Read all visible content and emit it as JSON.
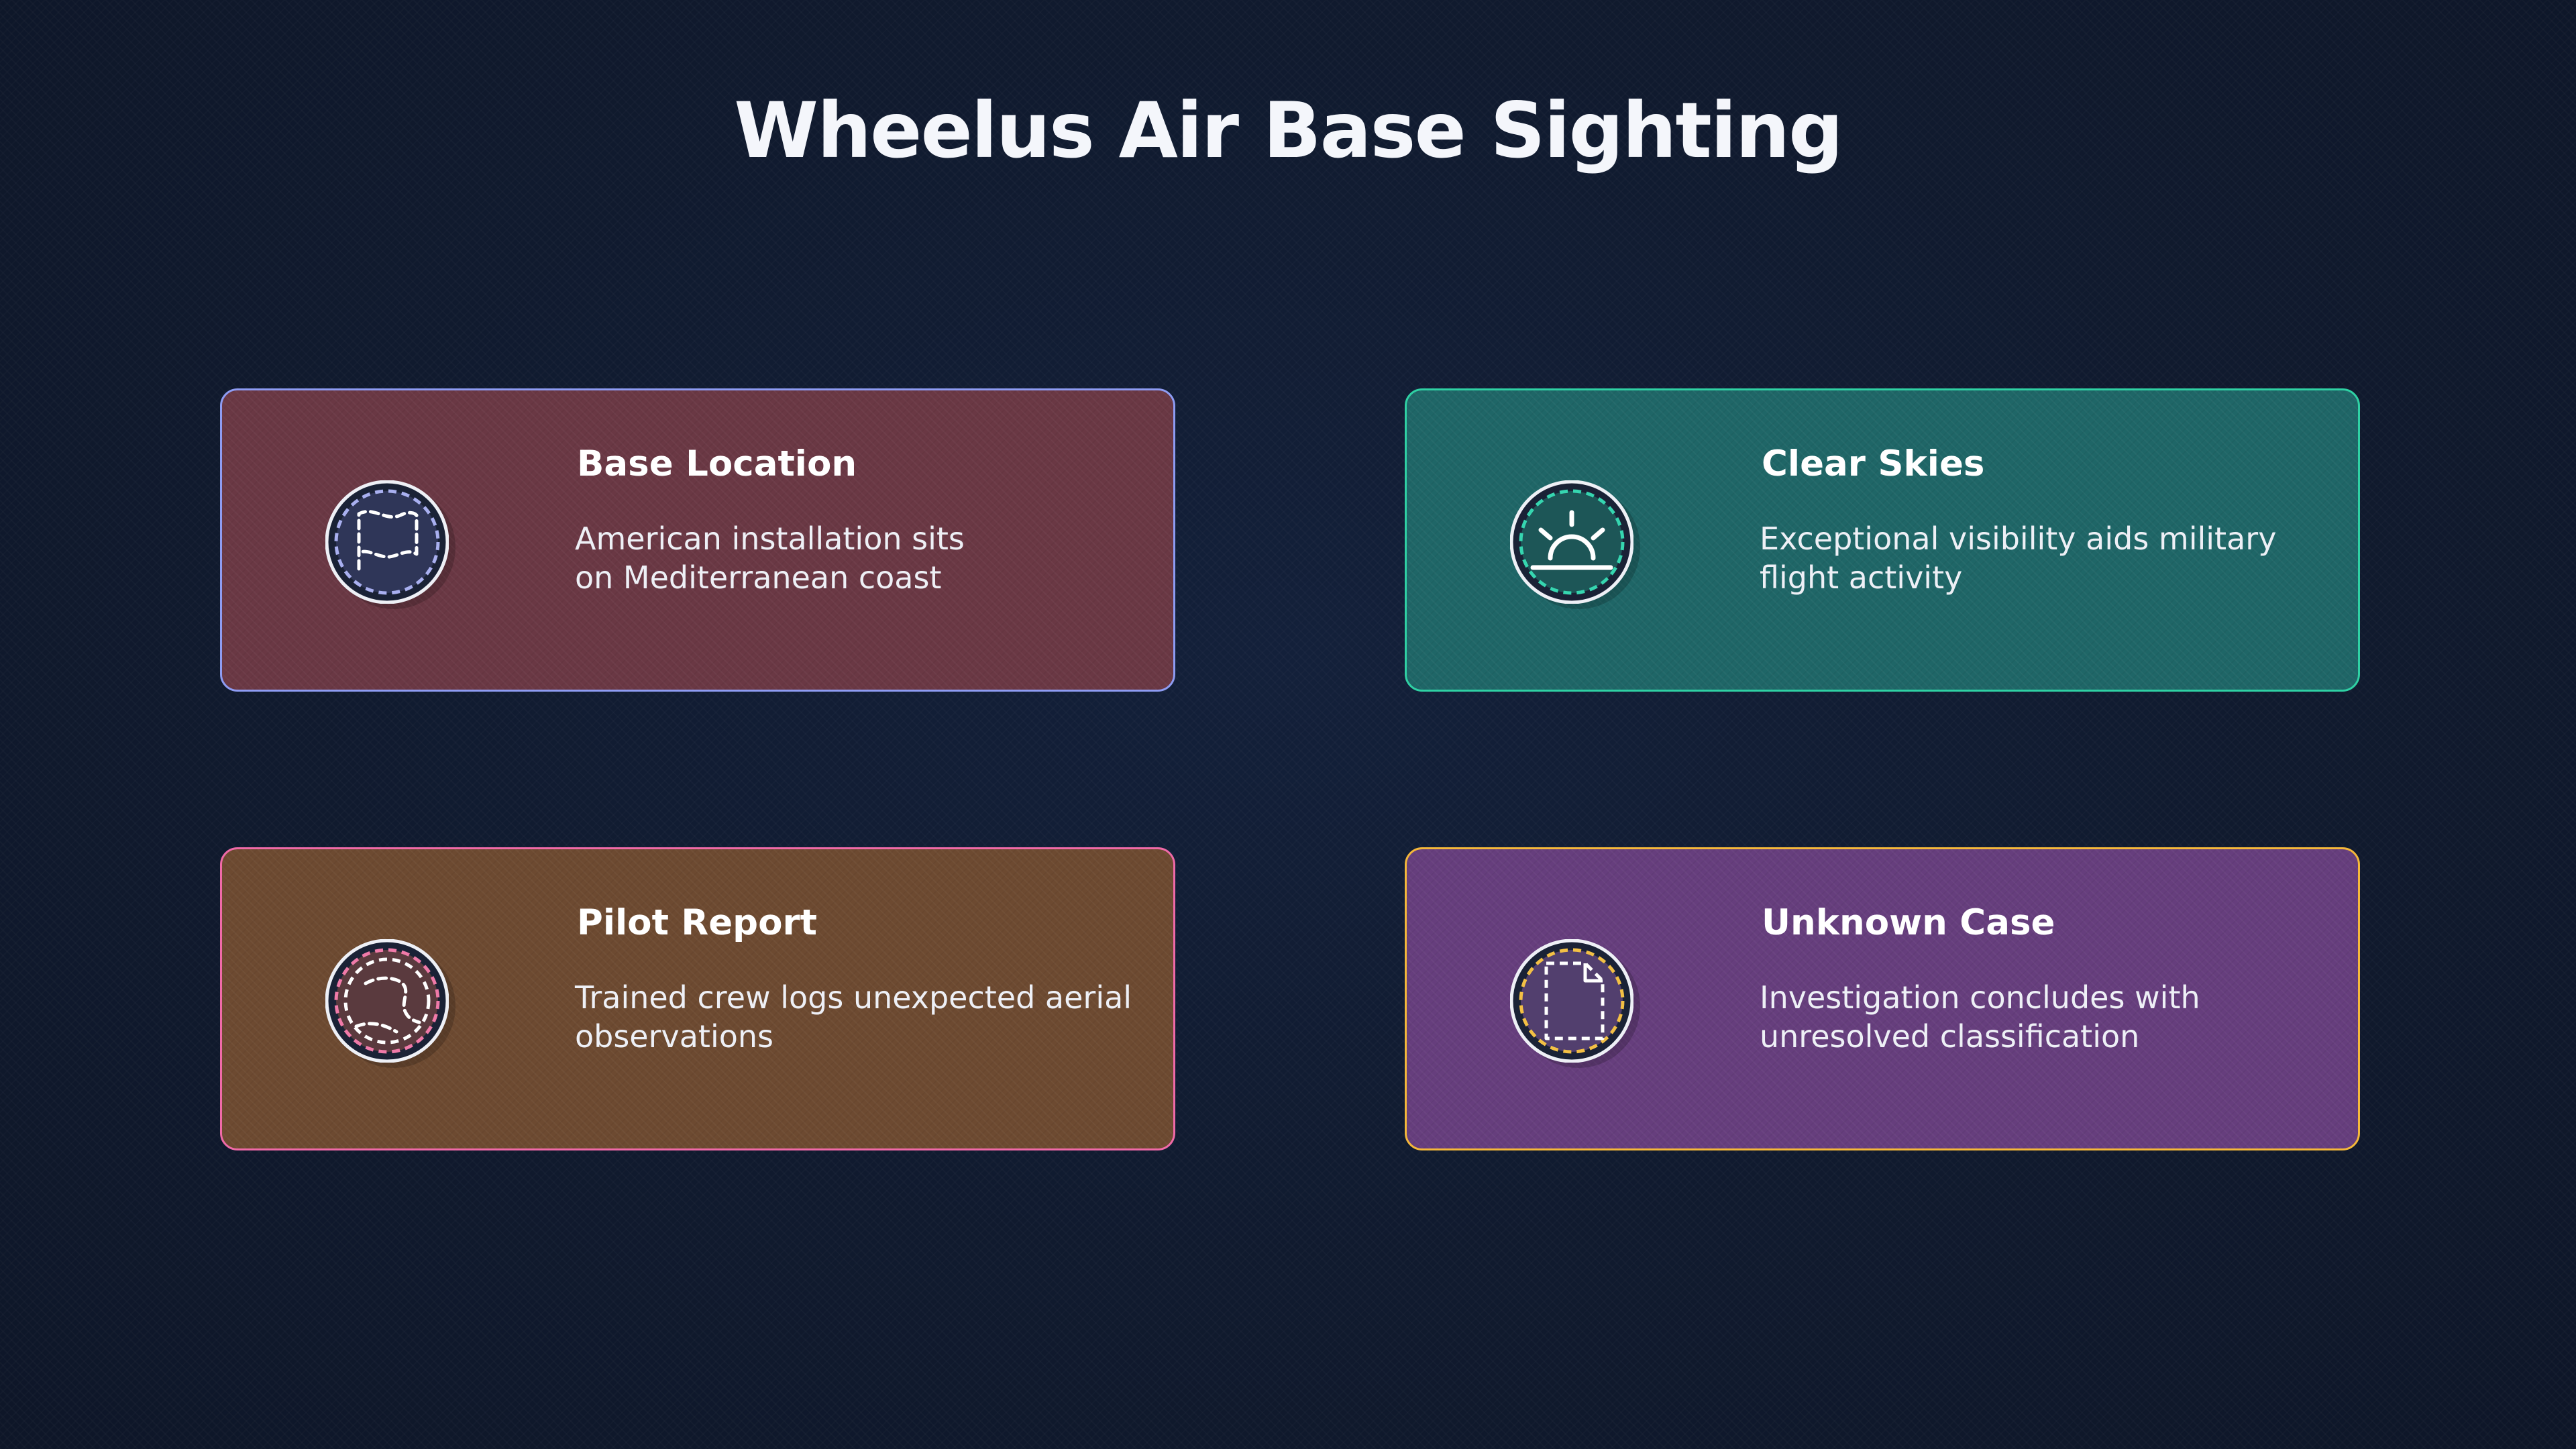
{
  "title": "Wheelus Air Base Sighting",
  "cards": [
    {
      "title": "Base Location",
      "description": "American installation sits on Mediterranean coast",
      "icon": "flag-icon",
      "background": "#6a3844",
      "border": "#8e9cf3",
      "accent": "#a9b0f0"
    },
    {
      "title": "Clear Skies",
      "description": "Exceptional visibility aids military flight activity",
      "icon": "sunrise-icon",
      "background": "#1f6667",
      "border": "#2fd1a4",
      "accent": "#36d6b0"
    },
    {
      "title": "Pilot Report",
      "description": "Trained crew logs unexpected aerial observations",
      "icon": "map-icon",
      "background": "#6d4a31",
      "border": "#f06aa8",
      "accent": "#f07aa9"
    },
    {
      "title": "Unknown Case",
      "description": "Investigation concludes with unresolved classification",
      "icon": "document-icon",
      "background": "#663e7d",
      "border": "#f5b83a",
      "accent": "#f3c045"
    }
  ]
}
